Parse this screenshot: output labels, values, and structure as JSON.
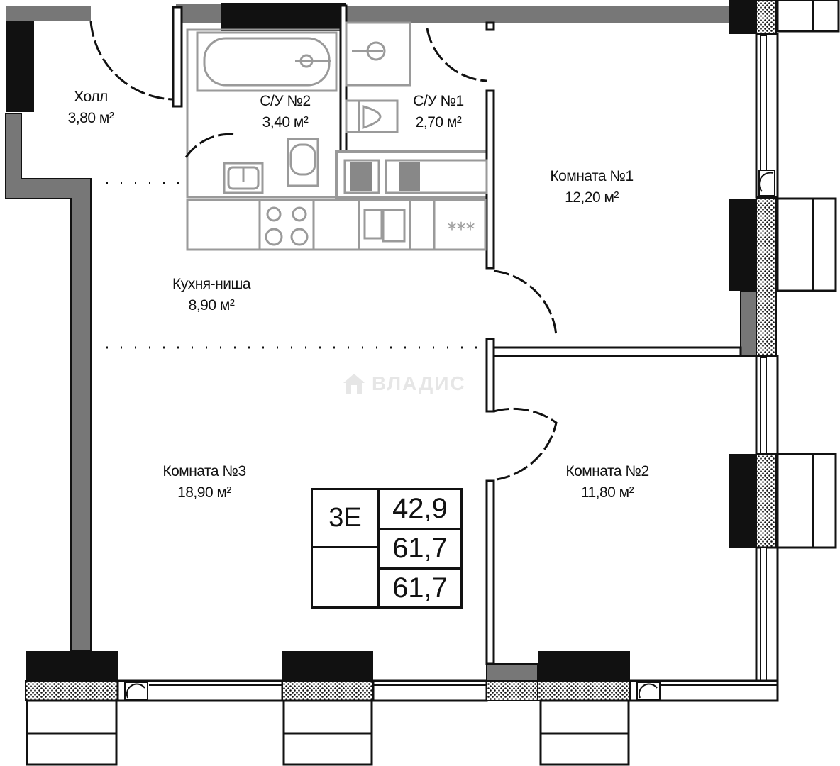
{
  "rooms": {
    "hall": {
      "name": "Холл",
      "area": "3,80 м²"
    },
    "bath2": {
      "name": "С/У №2",
      "area": "3,40 м²"
    },
    "bath1": {
      "name": "С/У №1",
      "area": "2,70 м²"
    },
    "room1": {
      "name": "Комната №1",
      "area": "12,20 м²"
    },
    "kitchen": {
      "name": "Кухня-ниша",
      "area": "8,90 м²"
    },
    "room3": {
      "name": "Комната №3",
      "area": "18,90 м²"
    },
    "room2": {
      "name": "Комната №2",
      "area": "11,80 м²"
    }
  },
  "apartment": {
    "type": "3Е",
    "living_area": "42,9",
    "total_area": "61,7",
    "total_area_2": "61,7"
  },
  "watermark": "ВЛАДИС",
  "colors": {
    "wall": "#111111",
    "partition": "#888888",
    "fixture": "#9a9a9a"
  }
}
